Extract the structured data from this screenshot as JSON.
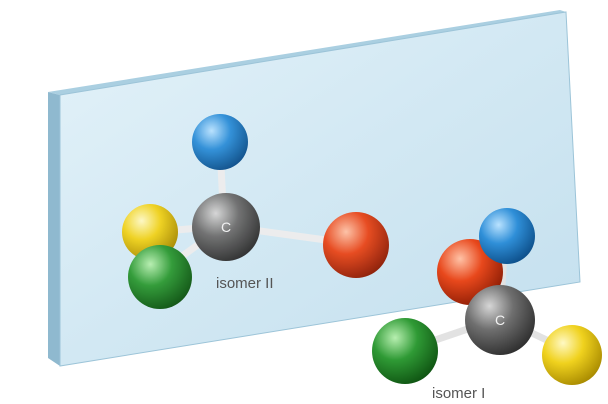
{
  "molecules": {
    "isomer_ii": {
      "label": "isomer II",
      "center_atom": "C",
      "substituent_colors": [
        "#2f8fd8",
        "#f0d21e",
        "#e8481c",
        "#2f9a35"
      ]
    },
    "isomer_i": {
      "label": "isomer I",
      "center_atom": "C",
      "substituent_colors": [
        "#2f8fd8",
        "#e8481c",
        "#2f9a35",
        "#f0d21e"
      ]
    }
  },
  "colors": {
    "mirror_face": "#cfe6f2",
    "mirror_edge": "#8fb9cf",
    "bond": "#d8d8d8",
    "carbon": "#6f6f6f"
  }
}
